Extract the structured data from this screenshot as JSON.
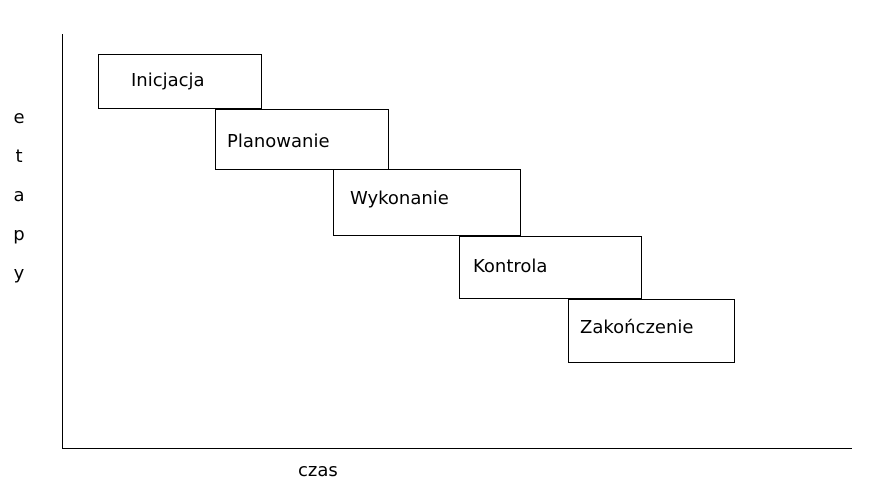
{
  "diagram": {
    "y_axis_label": [
      "e",
      "t",
      "a",
      "p",
      "y"
    ],
    "x_axis_label": "czas",
    "phases": [
      {
        "label": "Inicjacja"
      },
      {
        "label": "Planowanie"
      },
      {
        "label": "Wykonanie"
      },
      {
        "label": "Kontrola"
      },
      {
        "label": "Zakończenie"
      }
    ]
  }
}
